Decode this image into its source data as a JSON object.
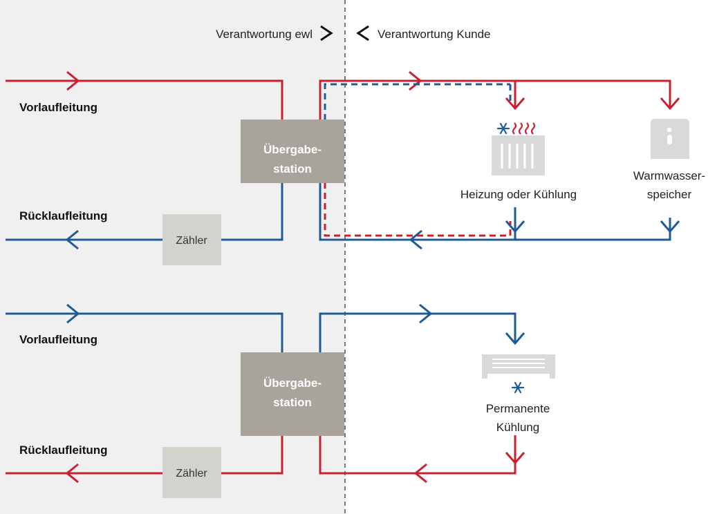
{
  "responsibility": {
    "left_label": "Verantwortung ewl",
    "right_label": "Verantwortung Kunde"
  },
  "system_top": {
    "supply_label": "Vorlaufleitung",
    "return_label": "Rücklaufleitung",
    "station_line1": "Übergabe-",
    "station_line2": "station",
    "meter_label": "Zähler",
    "consumer1_label": "Heizung oder Kühlung",
    "consumer2_line1": "Warmwasser-",
    "consumer2_line2": "speicher"
  },
  "system_bottom": {
    "supply_label": "Vorlaufleitung",
    "return_label": "Rücklaufleitung",
    "station_line1": "Übergabe-",
    "station_line2": "station",
    "meter_label": "Zähler",
    "consumer_line1": "Permanente",
    "consumer_line2": "Kühlung"
  },
  "colors": {
    "red": "#c8202f",
    "blue": "#1f5a96",
    "station_gray": "#a8a49c",
    "meter_gray": "#d4d2cd",
    "zone_gray": "#f0f0f0",
    "device_gray": "#d9d9d9"
  }
}
